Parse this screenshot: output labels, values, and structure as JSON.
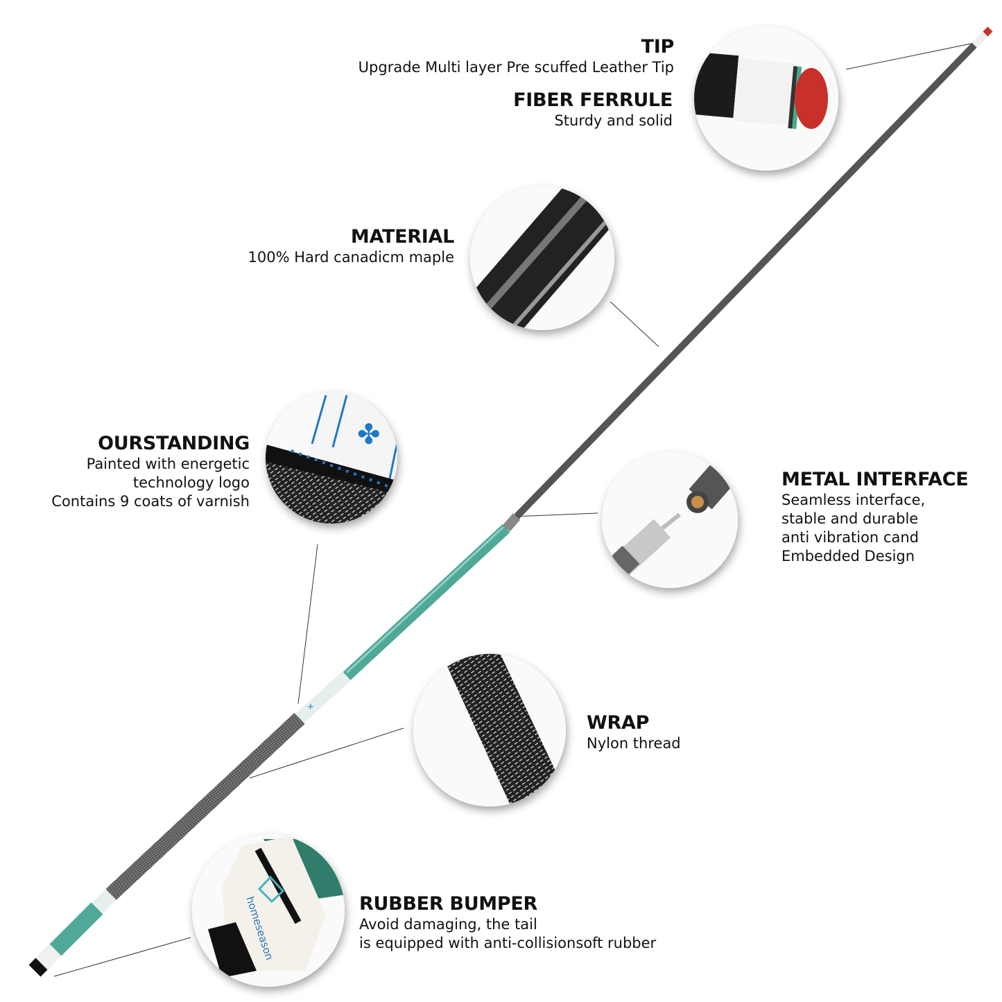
{
  "features": {
    "tip": {
      "title": "TIP",
      "desc": "Upgrade Multi layer Pre scuffed Leather Tip"
    },
    "ferrule": {
      "title": "FIBER FERRULE",
      "desc": "Sturdy and solid"
    },
    "material": {
      "title": "MATERIAL",
      "desc": "100% Hard canadicm maple"
    },
    "outstanding": {
      "title": "OURSTANDING",
      "lines": [
        "Painted with energetic",
        "technology logo",
        "Contains 9 coats of varnish"
      ]
    },
    "metal_interface": {
      "title": "METAL INTERFACE",
      "lines": [
        "Seamless interface,",
        "stable and durable",
        "anti vibration cand",
        "Embedded Design"
      ]
    },
    "wrap": {
      "title": "WRAP",
      "desc": "Nylon thread"
    },
    "rubber_bumper": {
      "title": "RUBBER BUMPER",
      "lines": [
        "Avoid damaging, the tail",
        "is equipped with anti-collisionsoft rubber"
      ]
    }
  },
  "brand": {
    "logo_text": "homeseason"
  },
  "colors": {
    "shaft": "#1a1a1a",
    "teal": "#3f9a8c",
    "wrap": "#5a5a5a",
    "tip_red": "#c8302a",
    "ferrule_white": "#f2f2f2",
    "accent_blue": "#1e78c8"
  }
}
